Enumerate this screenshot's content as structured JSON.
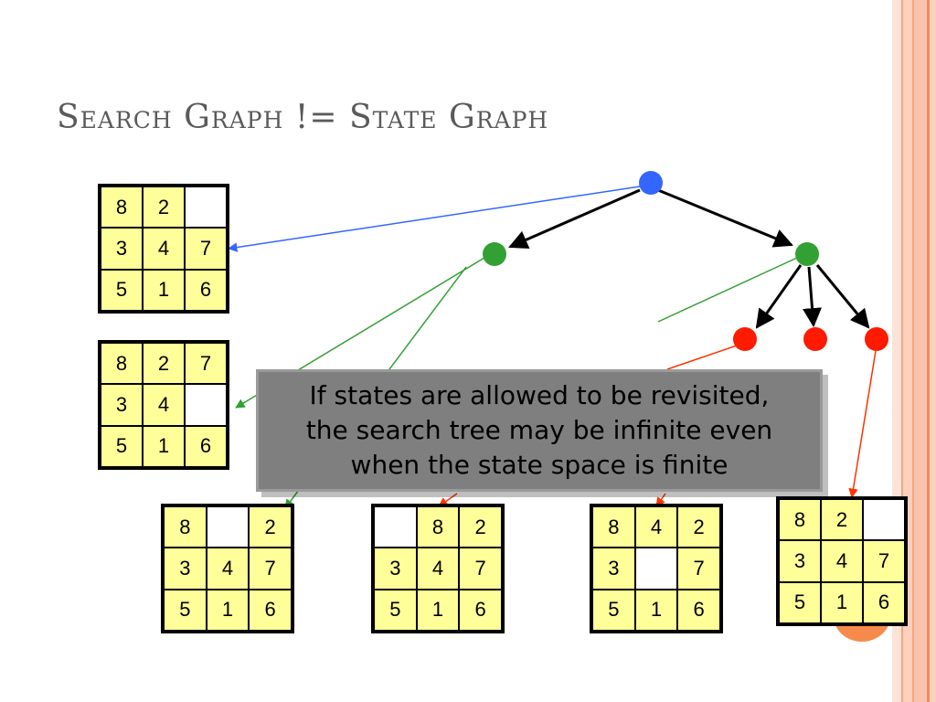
{
  "slide": {
    "title": "Search Graph != State Graph"
  },
  "colors": {
    "root_node": "#3366ff",
    "level1_node": "#33a033",
    "level2_node": "#ff0000",
    "tile": "#ffff99",
    "callout_bg": "#7f7f7f",
    "title": "#5a5a5a",
    "accent_band": "#f8b79a"
  },
  "puzzles": [
    {
      "id": "state-a",
      "cells": [
        "8",
        "2",
        "",
        "3",
        "4",
        "7",
        "5",
        "1",
        "6"
      ]
    },
    {
      "id": "state-b",
      "cells": [
        "8",
        "2",
        "7",
        "3",
        "4",
        "",
        "5",
        "1",
        "6"
      ]
    },
    {
      "id": "state-c",
      "cells": [
        "8",
        "",
        "2",
        "3",
        "4",
        "7",
        "5",
        "1",
        "6"
      ]
    },
    {
      "id": "state-d",
      "cells": [
        "",
        "8",
        "2",
        "3",
        "4",
        "7",
        "5",
        "1",
        "6"
      ]
    },
    {
      "id": "state-e",
      "cells": [
        "8",
        "4",
        "2",
        "3",
        "",
        "7",
        "5",
        "1",
        "6"
      ]
    },
    {
      "id": "state-f",
      "cells": [
        "8",
        "2",
        "",
        "3",
        "4",
        "7",
        "5",
        "1",
        "6"
      ]
    }
  ],
  "callout": {
    "lines": [
      "If states are allowed to be revisited,",
      "the search tree may be infinite even",
      "when the state space is finite"
    ]
  }
}
